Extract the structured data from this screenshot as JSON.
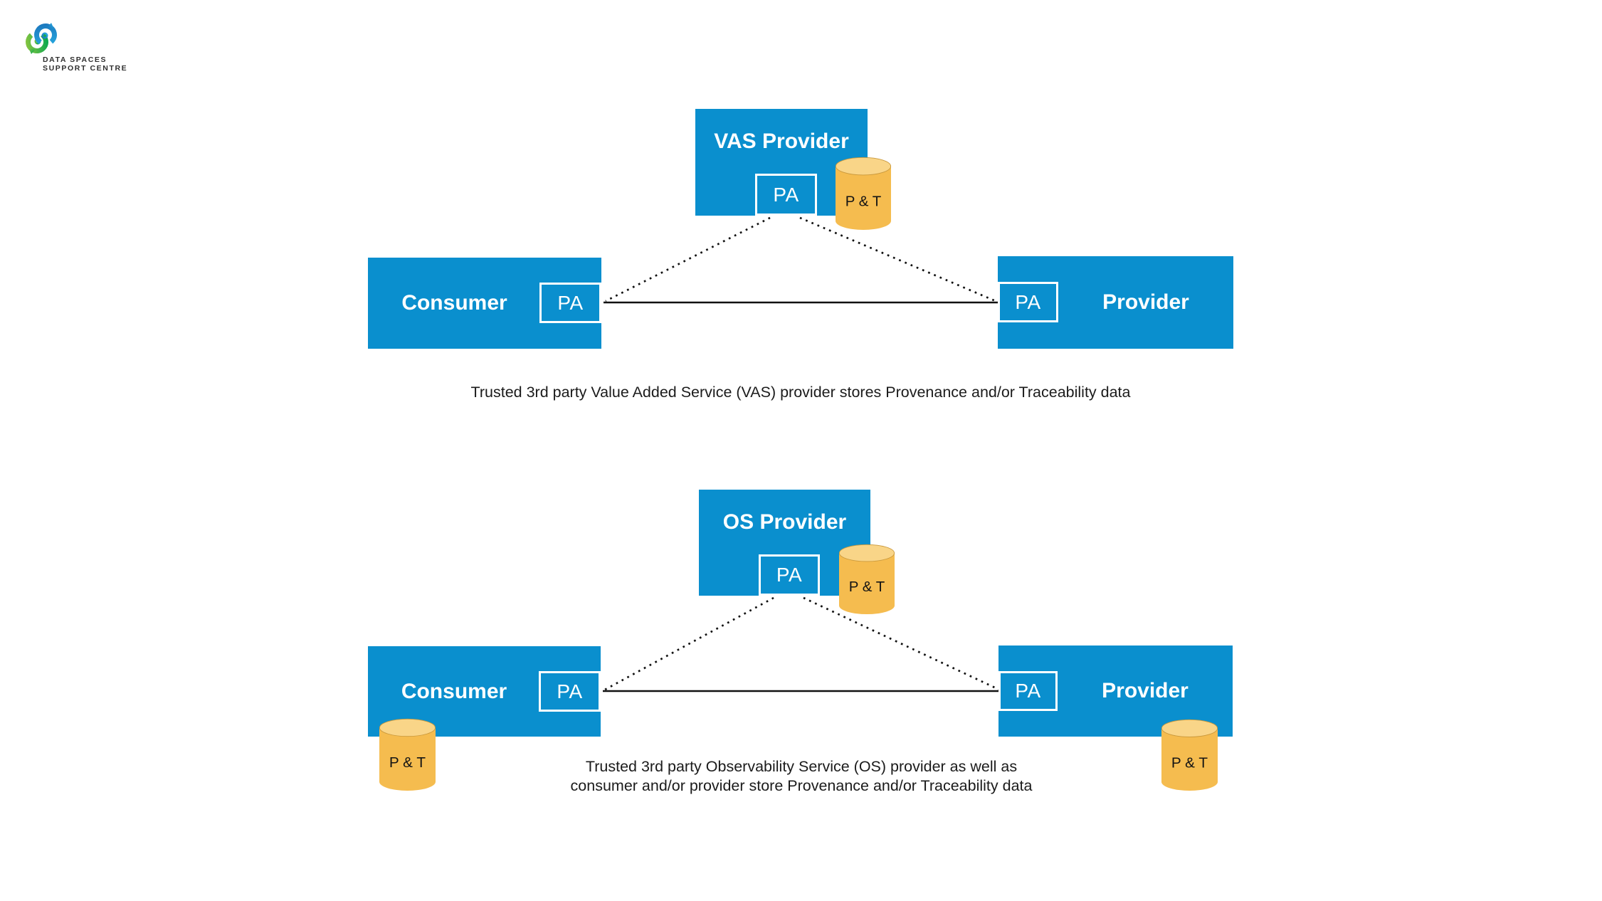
{
  "page": {
    "background": "#FFFFFF"
  },
  "logo": {
    "text_line1": "DATA SPACES",
    "text_line2": "SUPPORT CENTRE",
    "mark_green": "#6CBE45",
    "mark_blue": "#1E8FD5"
  },
  "colors": {
    "box_blue": "#0A8FCE",
    "box_label_text": "#FFFFFF",
    "cylinder_body": "#F5BC4F",
    "cylinder_top": "#F9D588",
    "caption_text": "#1B1B1B",
    "connector": "#111111"
  },
  "shared_labels": {
    "pa": "PA",
    "pt": "P & T"
  },
  "diagram_vas": {
    "service_box_label": "VAS Provider",
    "consumer_box_label": "Consumer",
    "provider_box_label": "Provider",
    "caption": "Trusted 3rd party Value Added Service (VAS) provider stores Provenance and/or Traceability data"
  },
  "diagram_os": {
    "service_box_label": "OS Provider",
    "consumer_box_label": "Consumer",
    "provider_box_label": "Provider",
    "caption": "Trusted 3rd party Observability Service (OS) provider as well as\nconsumer and/or provider store Provenance and/or Traceability data"
  }
}
